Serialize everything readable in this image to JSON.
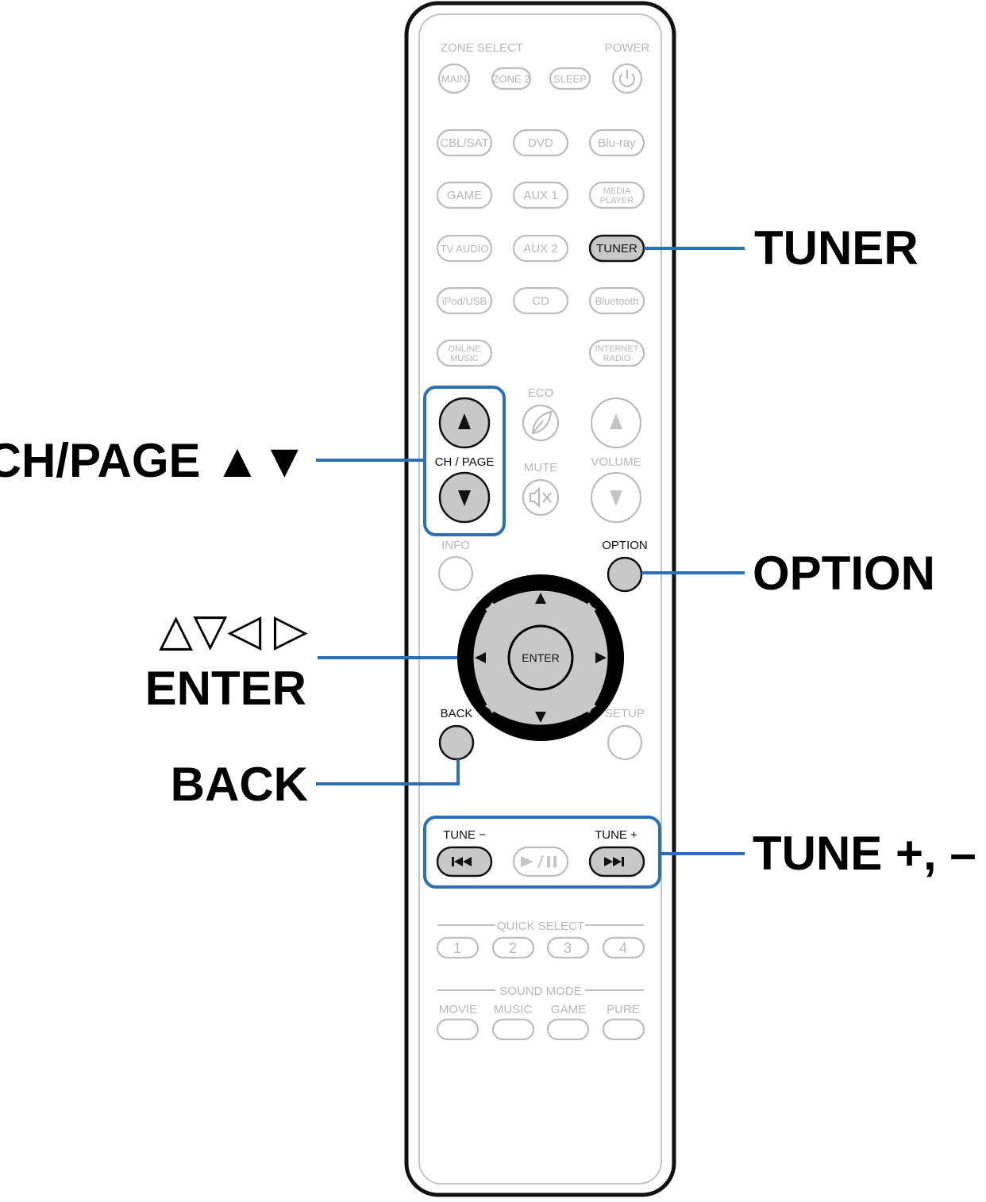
{
  "remote": {
    "zone_select_label": "ZONE SELECT",
    "power_label": "POWER",
    "main_btn": "MAIN",
    "zone2_btn": "ZONE 2",
    "sleep_btn": "SLEEP",
    "cbl_sat_btn": "CBL/SAT",
    "dvd_btn": "DVD",
    "bluray_btn": "Blu-ray",
    "game_btn": "GAME",
    "aux1_btn": "AUX 1",
    "media_player_btn_line1": "MEDIA",
    "media_player_btn_line2": "PLAYER",
    "tv_audio_btn": "TV AUDIO",
    "aux2_btn": "AUX 2",
    "tuner_btn": "TUNER",
    "ipod_usb_btn": "iPod/USB",
    "cd_btn": "CD",
    "bluetooth_btn": "Bluetooth",
    "online_music_btn_line1": "ONLINE",
    "online_music_btn_line2": "MUSIC",
    "internet_radio_btn_line1": "INTERNET",
    "internet_radio_btn_line2": "RADIO",
    "eco_label": "ECO",
    "ch_page_label": "CH / PAGE",
    "mute_label": "MUTE",
    "volume_label": "VOLUME",
    "info_label": "INFO",
    "option_label": "OPTION",
    "enter_btn": "ENTER",
    "back_label": "BACK",
    "setup_label": "SETUP",
    "tune_minus_label": "TUNE −",
    "tune_plus_label": "TUNE +",
    "quick_select_label": "QUICK SELECT",
    "quick_1": "1",
    "quick_2": "2",
    "quick_3": "3",
    "quick_4": "4",
    "sound_mode_label": "SOUND MODE",
    "movie_label": "MOVIE",
    "music_label": "MUSIC",
    "game_mode_label": "GAME",
    "pure_label": "PURE"
  },
  "callouts": {
    "tuner": "TUNER",
    "ch_page": "CH/PAGE ▲▼",
    "option": "OPTION",
    "cursor_arrows": "△▽◁ ▷",
    "enter": "ENTER",
    "back": "BACK",
    "tune": "TUNE +, –"
  },
  "colors": {
    "highlight": "#2d6fb3",
    "active_button": "#c8c8c8",
    "inactive_outline": "#bdbdbd"
  }
}
